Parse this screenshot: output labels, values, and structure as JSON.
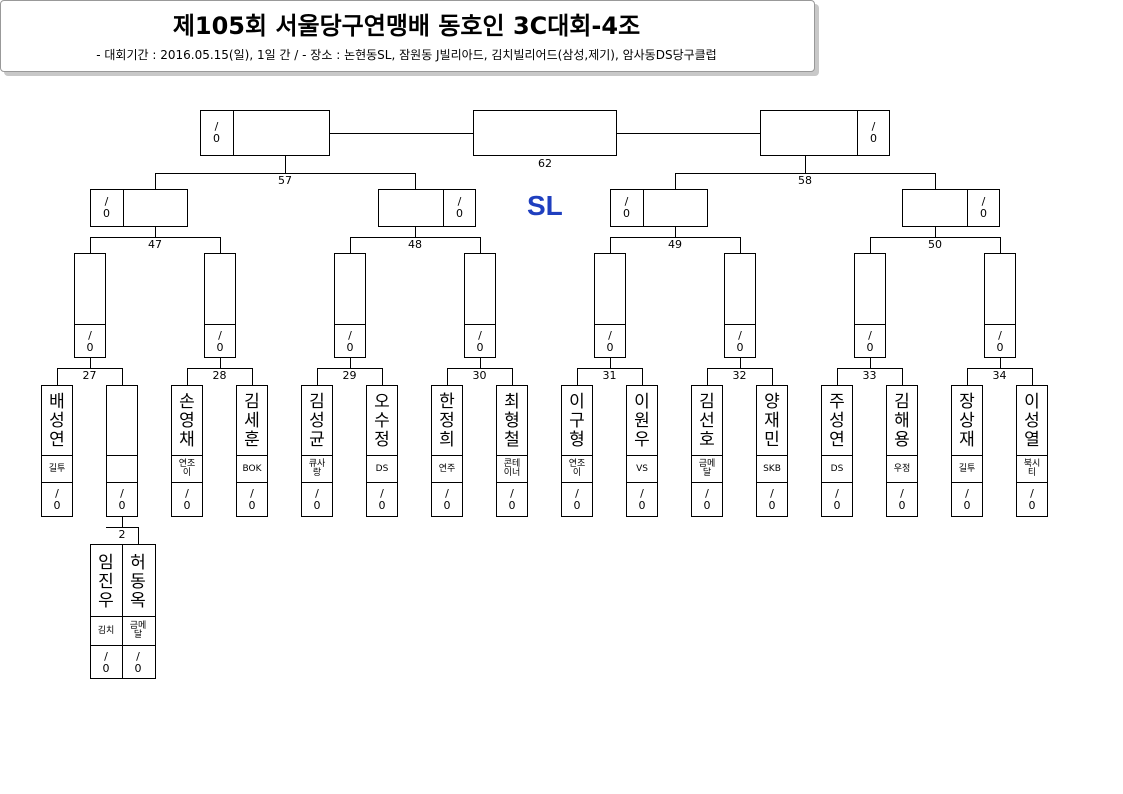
{
  "header": {
    "title": "제105회 서울당구연맹배 동호인 3C대회-4조",
    "subtitle": "- 대회기간 : 2016.05.15(일), 1일 간 / - 장소 : 논현동SL, 잠원동 J빌리아드, 김치빌리어드(삼성,제기), 암사동DS당구클럽"
  },
  "venue_label": "SL",
  "score_placeholder": {
    "slash": "/",
    "zero": "0"
  },
  "match_numbers": {
    "m2": "2",
    "m27": "27",
    "m28": "28",
    "m29": "29",
    "m30": "30",
    "m31": "31",
    "m32": "32",
    "m33": "33",
    "m34": "34",
    "m47": "47",
    "m48": "48",
    "m49": "49",
    "m50": "50",
    "m57": "57",
    "m58": "58",
    "m62": "62"
  },
  "players": [
    {
      "name": [
        "배",
        "성",
        "연"
      ],
      "club": [
        "길투"
      ]
    },
    {
      "name": [],
      "club": []
    },
    {
      "name": [
        "손",
        "영",
        "채"
      ],
      "club": [
        "연조",
        "이"
      ]
    },
    {
      "name": [
        "김",
        "세",
        "훈"
      ],
      "club": [
        "BOK"
      ]
    },
    {
      "name": [
        "김",
        "성",
        "균"
      ],
      "club": [
        "큐사",
        "랑"
      ]
    },
    {
      "name": [
        "오",
        "수",
        "정"
      ],
      "club": [
        "DS"
      ]
    },
    {
      "name": [
        "한",
        "정",
        "희"
      ],
      "club": [
        "연주"
      ]
    },
    {
      "name": [
        "최",
        "형",
        "철"
      ],
      "club": [
        "콘테",
        "이너"
      ]
    },
    {
      "name": [
        "이",
        "구",
        "형"
      ],
      "club": [
        "연조",
        "이"
      ]
    },
    {
      "name": [
        "이",
        "원",
        "우"
      ],
      "club": [
        "VS"
      ]
    },
    {
      "name": [
        "김",
        "선",
        "호"
      ],
      "club": [
        "금메",
        "달"
      ]
    },
    {
      "name": [
        "양",
        "재",
        "민"
      ],
      "club": [
        "SKB"
      ]
    },
    {
      "name": [
        "주",
        "성",
        "연"
      ],
      "club": [
        "DS"
      ]
    },
    {
      "name": [
        "김",
        "해",
        "용"
      ],
      "club": [
        "우정"
      ]
    },
    {
      "name": [
        "장",
        "상",
        "재"
      ],
      "club": [
        "길투"
      ]
    },
    {
      "name": [
        "이",
        "성",
        "열"
      ],
      "club": [
        "북시",
        "티"
      ]
    }
  ],
  "prelim_players": [
    {
      "name": [
        "임",
        "진",
        "우"
      ],
      "club": [
        "김치"
      ]
    },
    {
      "name": [
        "허",
        "동",
        "옥"
      ],
      "club": [
        "금메",
        "달"
      ]
    }
  ]
}
